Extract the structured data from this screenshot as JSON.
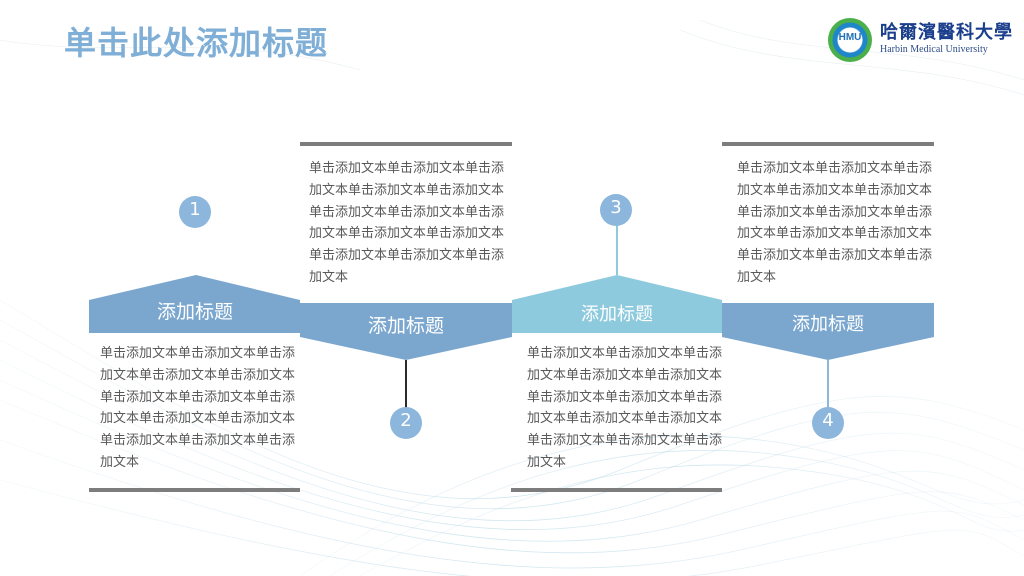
{
  "page": {
    "title": "单击此处添加标题"
  },
  "logo": {
    "emblem_text": "HMU",
    "name_cn": "哈爾濱醫科大學",
    "name_en": "Harbin Medical University"
  },
  "steps": [
    {
      "number": "1",
      "heading": "添加标题",
      "color": "#7ba7cf",
      "body": "单击添加文本单击添加文本单击添加文本单击添加文本单击添加文本单击添加文本单击添加文本单击添加文本单击添加文本单击添加文本单击添加文本单击添加文本单击添加文本"
    },
    {
      "number": "2",
      "heading": "添加标题",
      "color": "#7ba7cf",
      "body": "单击添加文本单击添加文本单击添加文本单击添加文本单击添加文本单击添加文本单击添加文本单击添加文本单击添加文本单击添加文本单击添加文本单击添加文本单击添加文本"
    },
    {
      "number": "3",
      "heading": "添加标题",
      "color": "#8ecadd",
      "body": "单击添加文本单击添加文本单击添加文本单击添加文本单击添加文本单击添加文本单击添加文本单击添加文本单击添加文本单击添加文本单击添加文本单击添加文本单击添加文本"
    },
    {
      "number": "4",
      "heading": "添加标题",
      "color": "#7ba7cf",
      "body": "单击添加文本单击添加文本单击添加文本单击添加文本单击添加文本单击添加文本单击添加文本单击添加文本单击添加文本单击添加文本单击添加文本单击添加文本单击添加文本"
    }
  ]
}
